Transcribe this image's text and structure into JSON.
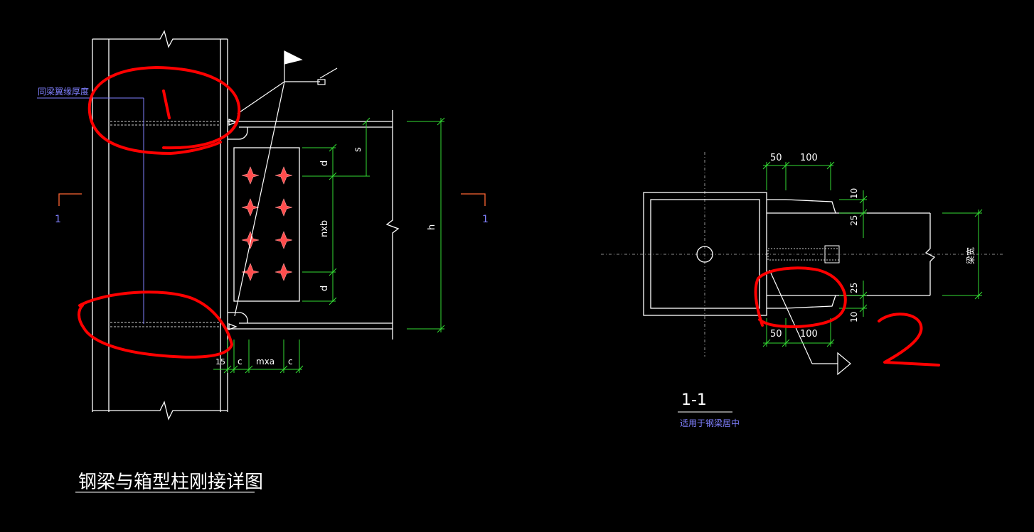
{
  "title": "钢梁与箱型柱刚接详图",
  "left_view": {
    "flange_note": "同梁翼缘厚度",
    "section_mark_left": "1",
    "section_mark_right": "1",
    "dims": {
      "s": "s",
      "d_top": "d",
      "nxb": "nxb",
      "d_bottom": "d",
      "h": "h",
      "d15": "15",
      "c_left": "c",
      "mxa": "mxa",
      "c_right": "c"
    }
  },
  "section_view": {
    "label": "1-1",
    "note": "适用于钢梁居中",
    "dims": {
      "top_50": "50",
      "top_100": "100",
      "right_10_top": "10",
      "right_25_top": "25",
      "beam_width": "梁宽",
      "right_25_bottom": "25",
      "right_10_bottom": "10",
      "bottom_50": "50",
      "bottom_100": "100"
    }
  },
  "annotations": {
    "mark_1": "1",
    "mark_2": "2"
  },
  "colors": {
    "background": "#000000",
    "line": "#ffffff",
    "dimension": "#33dd33",
    "note_text": "#8080ff",
    "markup": "#ff0000",
    "bolt": "#ff4d4d",
    "section_mark": "#ff6633"
  }
}
